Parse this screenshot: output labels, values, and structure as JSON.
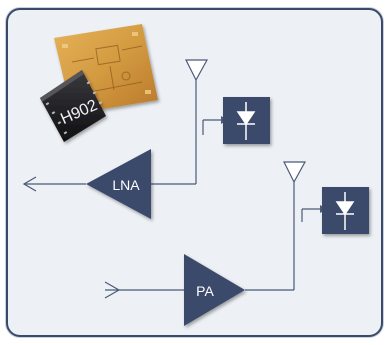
{
  "chip": {
    "part_number": "H902"
  },
  "blocks": {
    "lna": {
      "label": "LNA"
    },
    "pa": {
      "label": "PA"
    }
  },
  "colors": {
    "block_fill": "#3b4a6b",
    "line": "#4a5a78",
    "frame_border": "#3a4a68",
    "background": "#edf1f5",
    "substrate": "#d9a14a",
    "package": "#1c1c1e"
  },
  "icons": {
    "antenna_rx": "antenna-icon",
    "antenna_tx": "antenna-icon",
    "detector_1": "diode-icon",
    "detector_2": "diode-icon",
    "rf_output": "arrow-left-icon",
    "rf_input": "arrow-right-icon"
  }
}
